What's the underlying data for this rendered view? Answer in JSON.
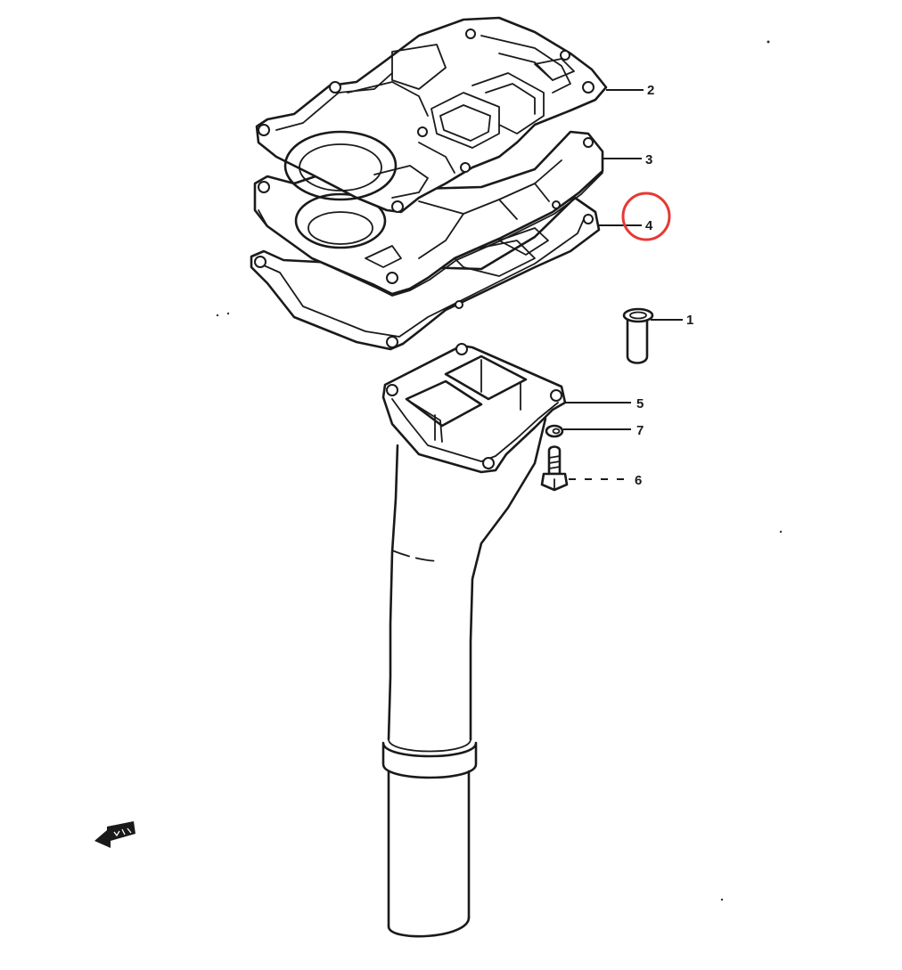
{
  "colors": {
    "line": "#1a1a1a",
    "background": "#ffffff",
    "highlight": "#e53935"
  },
  "callouts": [
    {
      "id": "1",
      "label": "1"
    },
    {
      "id": "2",
      "label": "2"
    },
    {
      "id": "3",
      "label": "3"
    },
    {
      "id": "4",
      "label": "4"
    },
    {
      "id": "5",
      "label": "5"
    },
    {
      "id": "6",
      "label": "6"
    },
    {
      "id": "7",
      "label": "7"
    }
  ],
  "highlighted_callout": "4",
  "icons": {
    "front_arrow": "fwd-arrow-icon"
  }
}
